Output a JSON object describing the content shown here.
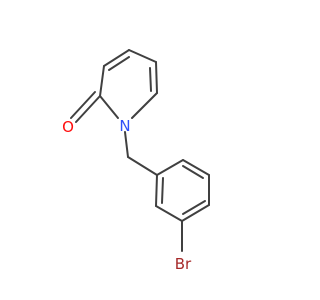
{
  "diagram": {
    "atoms": {
      "oxygen": "O",
      "nitrogen": "N",
      "bromine": "Br"
    },
    "colors": {
      "bond": "#404040",
      "oxygen": "#ff0d0d",
      "nitrogen": "#3050f8",
      "bromine": "#a62929"
    }
  }
}
